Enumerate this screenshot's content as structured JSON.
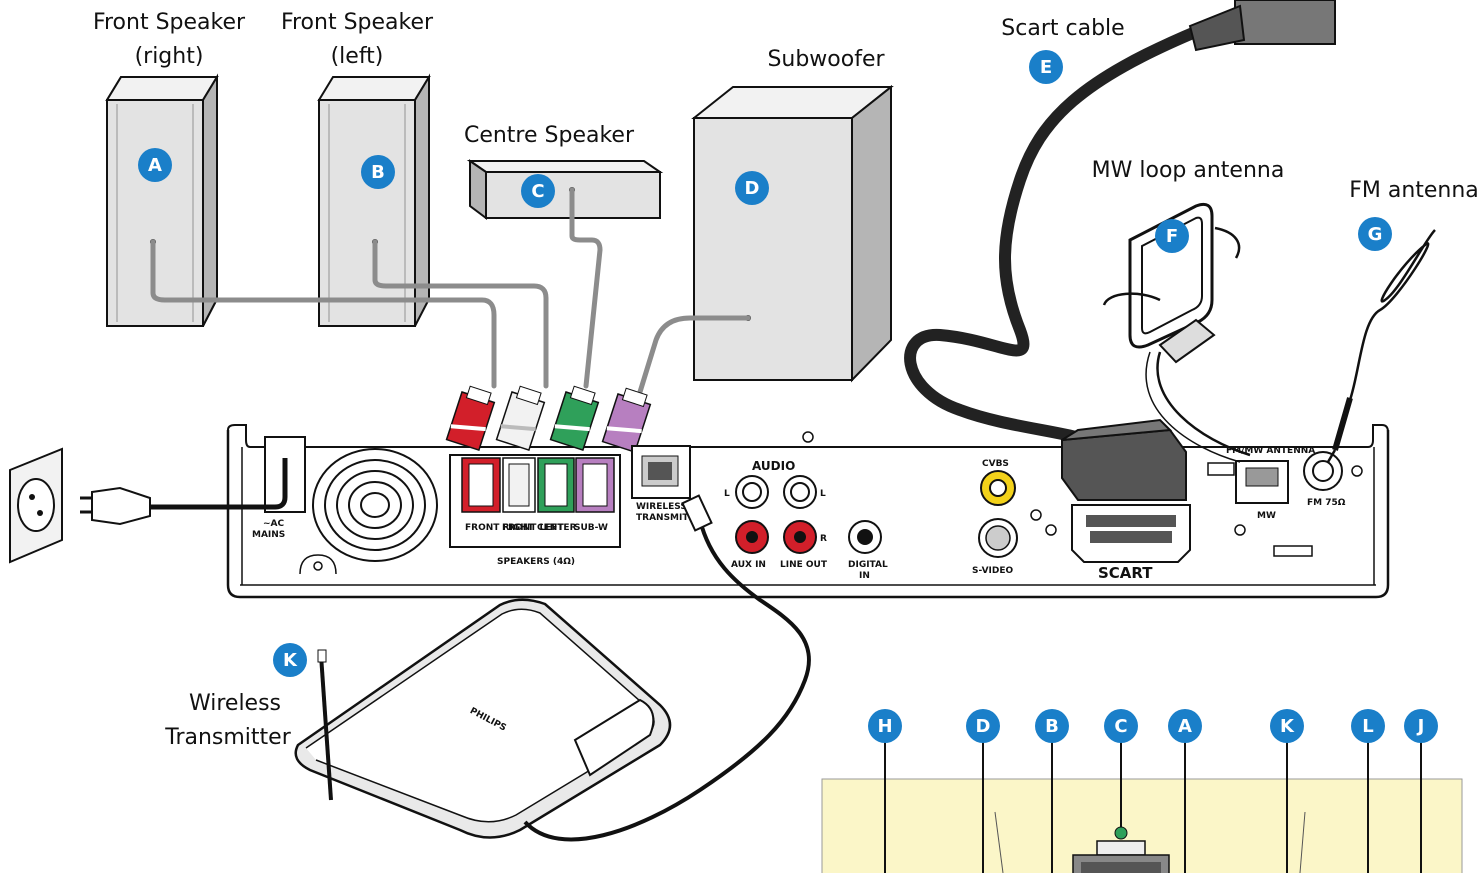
{
  "labels": {
    "front_speaker_right": [
      "Front Speaker",
      "(right)"
    ],
    "front_speaker_left": [
      "Front Speaker",
      "(left)"
    ],
    "centre_speaker": "Centre Speaker",
    "subwoofer": "Subwoofer",
    "scart_cable": "Scart cable",
    "mw_loop_antenna": "MW loop antenna",
    "fm_antenna": "FM antenna",
    "wireless_transmitter": [
      "Wireless",
      "Transmitter"
    ]
  },
  "badges": {
    "front_speaker_right": "A",
    "front_speaker_left": "B",
    "centre_speaker": "C",
    "subwoofer": "D",
    "scart_cable": "E",
    "mw_loop_antenna": "F",
    "fm_antenna": "G",
    "wireless_transmitter": "K",
    "inset": [
      "H",
      "D",
      "B",
      "C",
      "A",
      "K",
      "L",
      "J"
    ]
  },
  "panel": {
    "ac_mains": [
      "~AC",
      "MAINS"
    ],
    "speaker_terminals": [
      "FRONT RIGHT",
      "FRONT LEFT",
      "CENTER",
      "SUB-W"
    ],
    "speakers_caption": "SPEAKERS (4Ω)",
    "wireless_transmitter": [
      "WIRELESS",
      "TRANSMITTER"
    ],
    "audio": "AUDIO",
    "audio_l": "L",
    "audio_r": "R",
    "aux_in": "AUX IN",
    "line_out": "LINE OUT",
    "digital_in": [
      "DIGITAL",
      "IN"
    ],
    "cvbs": "CVBS",
    "s_video": "S-VIDEO",
    "scart": "SCART",
    "fm_mw_antenna": "FM/MW ANTENNA",
    "mw": "MW",
    "fm_75": "FM 75Ω"
  },
  "colors": {
    "badge": "#1a7fc9",
    "inset_bg": "#fbf6c8",
    "front_right": "#d21f2a",
    "front_left": "#f2f2f2",
    "center": "#2fa05a",
    "sub_w": "#b77fc0",
    "cvbs": "#f3d21a"
  }
}
